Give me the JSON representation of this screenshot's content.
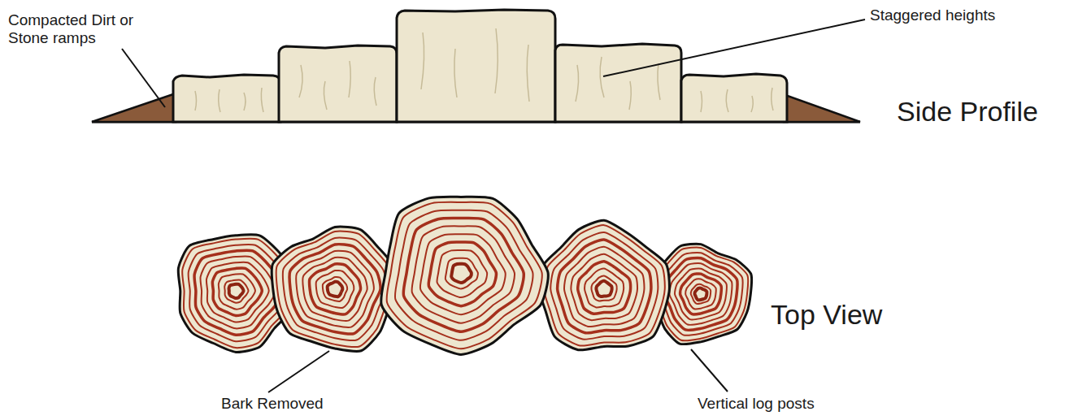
{
  "diagram": {
    "labels": [
      "Compacted Dirt or Stone ramps",
      "Staggered heights",
      "Side Profile",
      "Top View",
      "Bark Removed",
      "Vertical log posts"
    ]
  }
}
